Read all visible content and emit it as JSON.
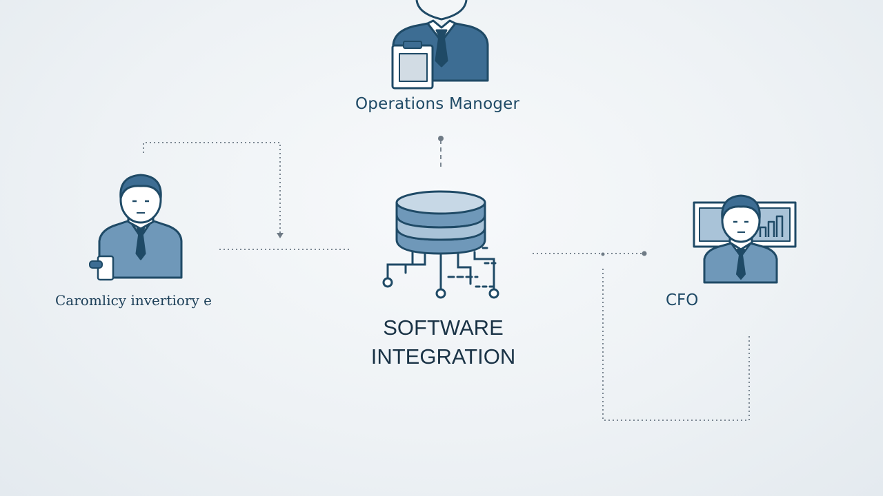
{
  "roles": {
    "top": "Operations Manoger",
    "left": "Caromlicy invertiory e",
    "right": "CFO"
  },
  "center": {
    "line1": "SOFTWARE",
    "line2": "INTEGRATION"
  },
  "colors": {
    "accent": "#3d6d93",
    "accent_dark": "#1f4a66",
    "fill_light": "#a9c3d8",
    "fill_mid": "#6f98b9",
    "connector": "#7a8691"
  },
  "icons": [
    "manager-with-clipboard-icon",
    "employee-with-phone-icon",
    "database-cylinder-icon",
    "circuit-connector-icon",
    "executive-with-chart-board-icon"
  ]
}
